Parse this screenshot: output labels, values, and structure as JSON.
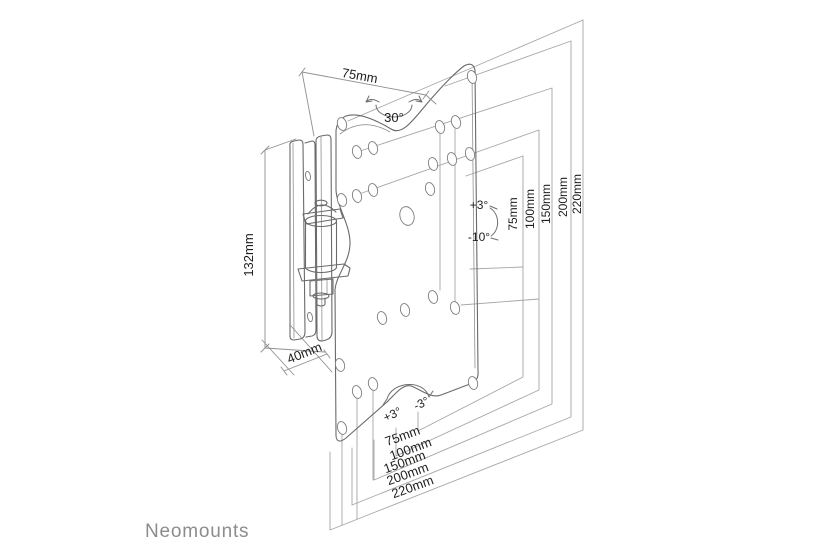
{
  "brand": {
    "name": "Neomounts"
  },
  "dimensions": {
    "top_width": "75mm",
    "bracket_height": "132mm",
    "bracket_depth": "40mm"
  },
  "angles": {
    "swivel": "30°",
    "tilt_up": "+3°",
    "tilt_down": "-10°",
    "level_left": "+3°",
    "level_right": "-3°"
  },
  "vesa": {
    "side_labels": [
      "75mm",
      "100mm",
      "150mm",
      "200mm",
      "220mm"
    ],
    "bottom_labels": [
      "75mm",
      "100mm",
      "150mm",
      "200mm",
      "220mm"
    ]
  },
  "colors": {
    "line": "#6a6a6a",
    "dimension_line": "#8f8f8f",
    "text": "#1d1d1b",
    "brand_text": "#8c8c8c",
    "background": "#ffffff"
  }
}
